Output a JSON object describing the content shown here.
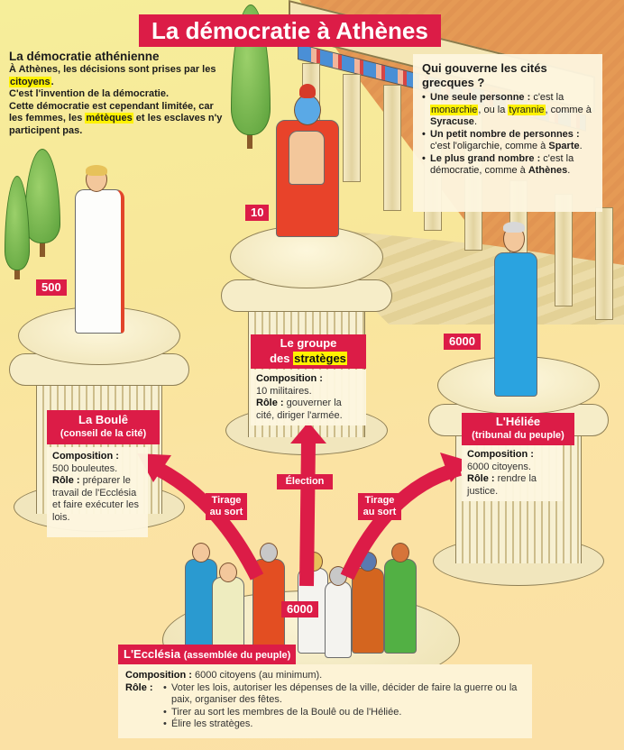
{
  "title": "La démocratie à Athènes",
  "intro": {
    "heading": "La démocratie athénienne",
    "lines": [
      {
        "before": "À Athènes, les décisions sont prises par les ",
        "highlight": "citoyens",
        "after": "."
      },
      {
        "text": "C'est l'invention de la démocratie."
      },
      {
        "before": "Cette démocratie est cependant limitée, car les femmes, les ",
        "highlight": "métèques",
        "after": " et les esclaves n'y participent pas."
      }
    ]
  },
  "question_box": {
    "heading": "Qui gouverne les cités grecques ?",
    "items": [
      {
        "label": "Une seule personne :",
        "text1": " c'est la ",
        "hl1": "monarchie",
        "text2": ", ou la ",
        "hl2": "tyrannie",
        "text3": ", comme à ",
        "place": "Syracuse",
        "end": "."
      },
      {
        "label": "Un petit nombre de personnes :",
        "text1": " c'est l'oligarchie, comme à ",
        "place": "Sparte",
        "end": "."
      },
      {
        "label": "Le plus grand nombre :",
        "text1": " c'est la démocratie, comme à ",
        "place": "Athènes",
        "end": "."
      }
    ]
  },
  "institutions": {
    "boule": {
      "count": "500",
      "name": "La Boulê",
      "subtitle": "(conseil de la cité)",
      "composition_label": "Composition :",
      "composition": "500 bouleutes.",
      "role_label": "Rôle :",
      "role": " préparer le travail de l'Ecclésia et faire exécuter les lois."
    },
    "strateges": {
      "count": "10",
      "name_line1": "Le groupe",
      "name_line2_prefix": "des ",
      "name_line2_hl": "stratèges",
      "composition_label": "Composition :",
      "composition": "10 militaires.",
      "role_label": "Rôle :",
      "role": " gouverner la cité, diriger l'armée."
    },
    "heliee": {
      "count": "6000",
      "name": "L'Héliée",
      "subtitle": "(tribunal du peuple)",
      "composition_label": "Composition :",
      "composition": "6000 citoyens.",
      "role_label": "Rôle :",
      "role": " rendre la justice."
    },
    "ecclesia": {
      "count": "6000",
      "name": "L'Ecclésia",
      "subtitle": "(assemblée du peuple)",
      "composition_label": "Composition :",
      "composition": " 6000 citoyens (au minimum).",
      "role_label": "Rôle :",
      "roles": [
        "Voter les lois, autoriser les dépenses de la ville, décider de faire la guerre ou la paix, organiser des fêtes.",
        "Tirer au sort les membres de la Boulê ou de l'Héliée.",
        "Élire les stratèges."
      ]
    }
  },
  "arrows": {
    "left": "Tirage au sort",
    "center": "Élection",
    "right": "Tirage au sort"
  },
  "colors": {
    "accent_red": "#dc1c47",
    "highlight_yellow": "#fff200",
    "box_bg": "#fdf3d6",
    "background": "#f8e79a"
  }
}
